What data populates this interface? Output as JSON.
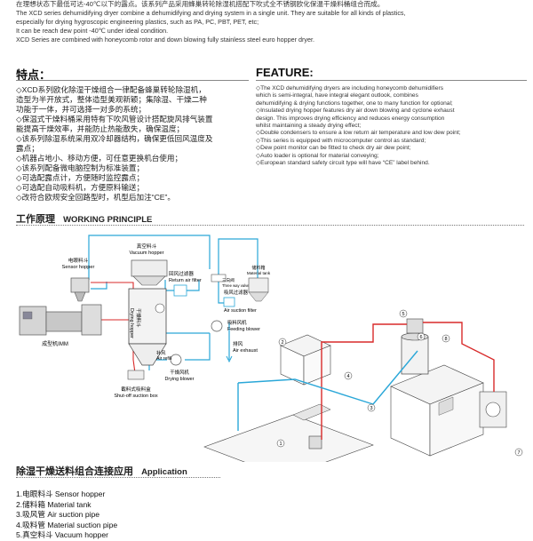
{
  "intro": {
    "line1": "在理想状态下最低可达-40℃以下的露点。该系列产品采用蜂巢转轮除湿机搭配下吹式全不锈钢欧化保温干燥料桶组合而成。",
    "en": [
      "The XCD series dehumidifying dryer combine a dehumidifying and drying system in a single unit. They are suitable for all kinds of plastics,",
      "especially for drying hygroscopic engineering plastics, such as PA, PC, PBT, PET, etc;",
      "It can be reach dew point -40℃ under ideal condition.",
      "XCD Series are combined with honeycomb rotor and down blowing fully stainless steel euro hopper dryer."
    ]
  },
  "features_cn": {
    "title": "特点：",
    "items": [
      "◇XCD系列欧化除湿干燥组合一律配备蜂巢转轮除湿机，",
      "  造型为半开放式，整体造型美观新颖；集除湿、干燥二种",
      "  功能于一体，并可选择一对多的系统；",
      "◇保温式干燥料桶采用特有下吹风管设计搭配旋风排气装置",
      "  能提高干燥效率，并能防止热能散失，确保温度；",
      "◇该系列除湿系统采用双冷却器结构，确保更低回风温度及",
      "  露点；",
      "◇机器占地小、移动方便，可任意更换机台使用；",
      "◇该系列配备微电脑控制为标准装置；",
      "◇可选配露点计，方便随时监控露点；",
      "◇可选配自动吸料机，方便原料输送；",
      "◇改符合欧规安全回路型时，机型后加注“CE”。"
    ]
  },
  "features_en": {
    "title": "FEATURE:",
    "items": [
      "◇The XCD dehumidifying dryers are including honeycomb dehumidifiers",
      "   which is semi-integral, have integral elegant outlook, combines",
      "   dehumidifying & drying functions together, one to many function for optional;",
      "◇Insulated drying hopper features dry air down blowing and cyclone exhaust",
      "   design. This improves drying efficiency and reduces energy consumption",
      "   whilst maintaining a steady drying effect;",
      "◇Double condensers to ensure a low return air temperature and low dew point;",
      "◇This series is equipped with microcomputer control as standard;",
      "◇Dew point monitor can be fitted to check dry air dew point;",
      "◇Auto loader is optional for material conveying;",
      "◇European standard safety circuit type will have  “CE”  label behind."
    ]
  },
  "working": {
    "title_cn": "工作原理",
    "title_en": "WORKING PRINCIPLE",
    "labels": {
      "sensor_hopper_cn": "电眼料斗",
      "sensor_hopper_en": "Sensor hopper",
      "vacuum_hopper_cn": "真空料斗",
      "vacuum_hopper_en": "Vacuum hopper",
      "return_filter_cn": "回风过滤器",
      "return_filter_en": "Return air filter",
      "material_tank_cn": "储料箱",
      "material_tank_en": "Material tank",
      "three_way_valve": "三向阀",
      "three_way_valve_en": "Three way valve",
      "air_suction_filter_cn": "吸风过滤器",
      "air_suction_filter_en": "Air suction filter",
      "drying_hopper_cn": "干燥料斗",
      "drying_hopper_en": "Drying hopper",
      "feeding_blower_cn": "吸料风机",
      "feeding_blower_en": "Feeding blower",
      "air_refill_cn": "补风",
      "air_refill_en": "Air refill",
      "drying_blower_cn": "干燥风机",
      "drying_blower_en": "Drying blower",
      "air_exhaust_cn": "排风",
      "air_exhaust_en": "Air exhaust",
      "imm": "成型机IMM",
      "shutoff_cn": "截料式吸料盒",
      "shutoff_en": "Shut-off suction box"
    }
  },
  "application": {
    "title_cn": "除湿干燥送料组合连接应用",
    "title_en": "Application",
    "legend": [
      "1.电眼料斗  Sensor hopper",
      "2.储料箱  Material tank",
      "3.吸风管  Air suction pipe",
      "4.吸料管  Material suction pipe",
      "5.真空料斗  Vacuum hopper"
    ],
    "callouts": [
      "1",
      "2",
      "3",
      "4",
      "5",
      "6",
      "7",
      "8"
    ]
  },
  "colors": {
    "cyan_pipe": "#2aa7d8",
    "red_pipe": "#d82a2a"
  }
}
